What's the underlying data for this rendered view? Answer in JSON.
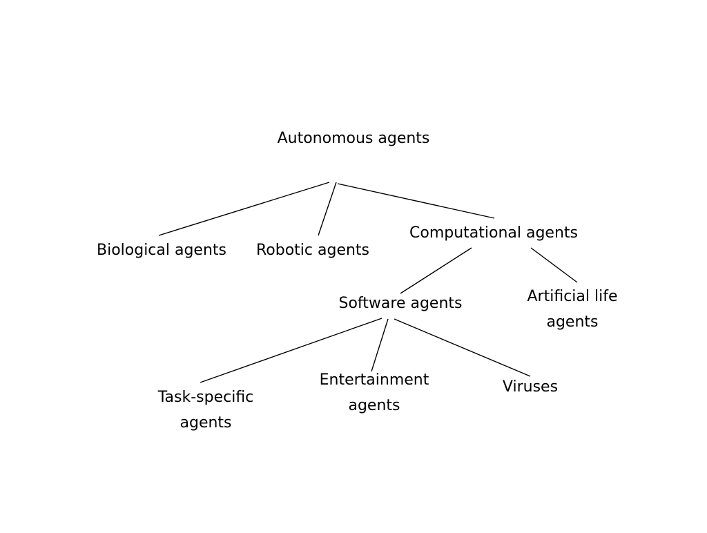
{
  "diagram": {
    "nodes": {
      "autonomous": {
        "lines": [
          "Autonomous agents"
        ]
      },
      "biological": {
        "lines": [
          "Biological agents"
        ]
      },
      "robotic": {
        "lines": [
          "Robotic agents"
        ]
      },
      "computational": {
        "lines": [
          "Computational agents"
        ]
      },
      "software": {
        "lines": [
          "Software agents"
        ]
      },
      "artificial_life": {
        "lines": [
          "Artificial life",
          "agents"
        ]
      },
      "task_specific": {
        "lines": [
          "Task-specific",
          "agents"
        ]
      },
      "entertainment": {
        "lines": [
          "Entertainment",
          "agents"
        ]
      },
      "viruses": {
        "lines": [
          "Viruses"
        ]
      }
    },
    "edges": [
      {
        "from": "autonomous",
        "to": "biological"
      },
      {
        "from": "autonomous",
        "to": "robotic"
      },
      {
        "from": "autonomous",
        "to": "computational"
      },
      {
        "from": "computational",
        "to": "software"
      },
      {
        "from": "computational",
        "to": "artificial_life"
      },
      {
        "from": "software",
        "to": "task_specific"
      },
      {
        "from": "software",
        "to": "entertainment"
      },
      {
        "from": "software",
        "to": "viruses"
      }
    ]
  }
}
